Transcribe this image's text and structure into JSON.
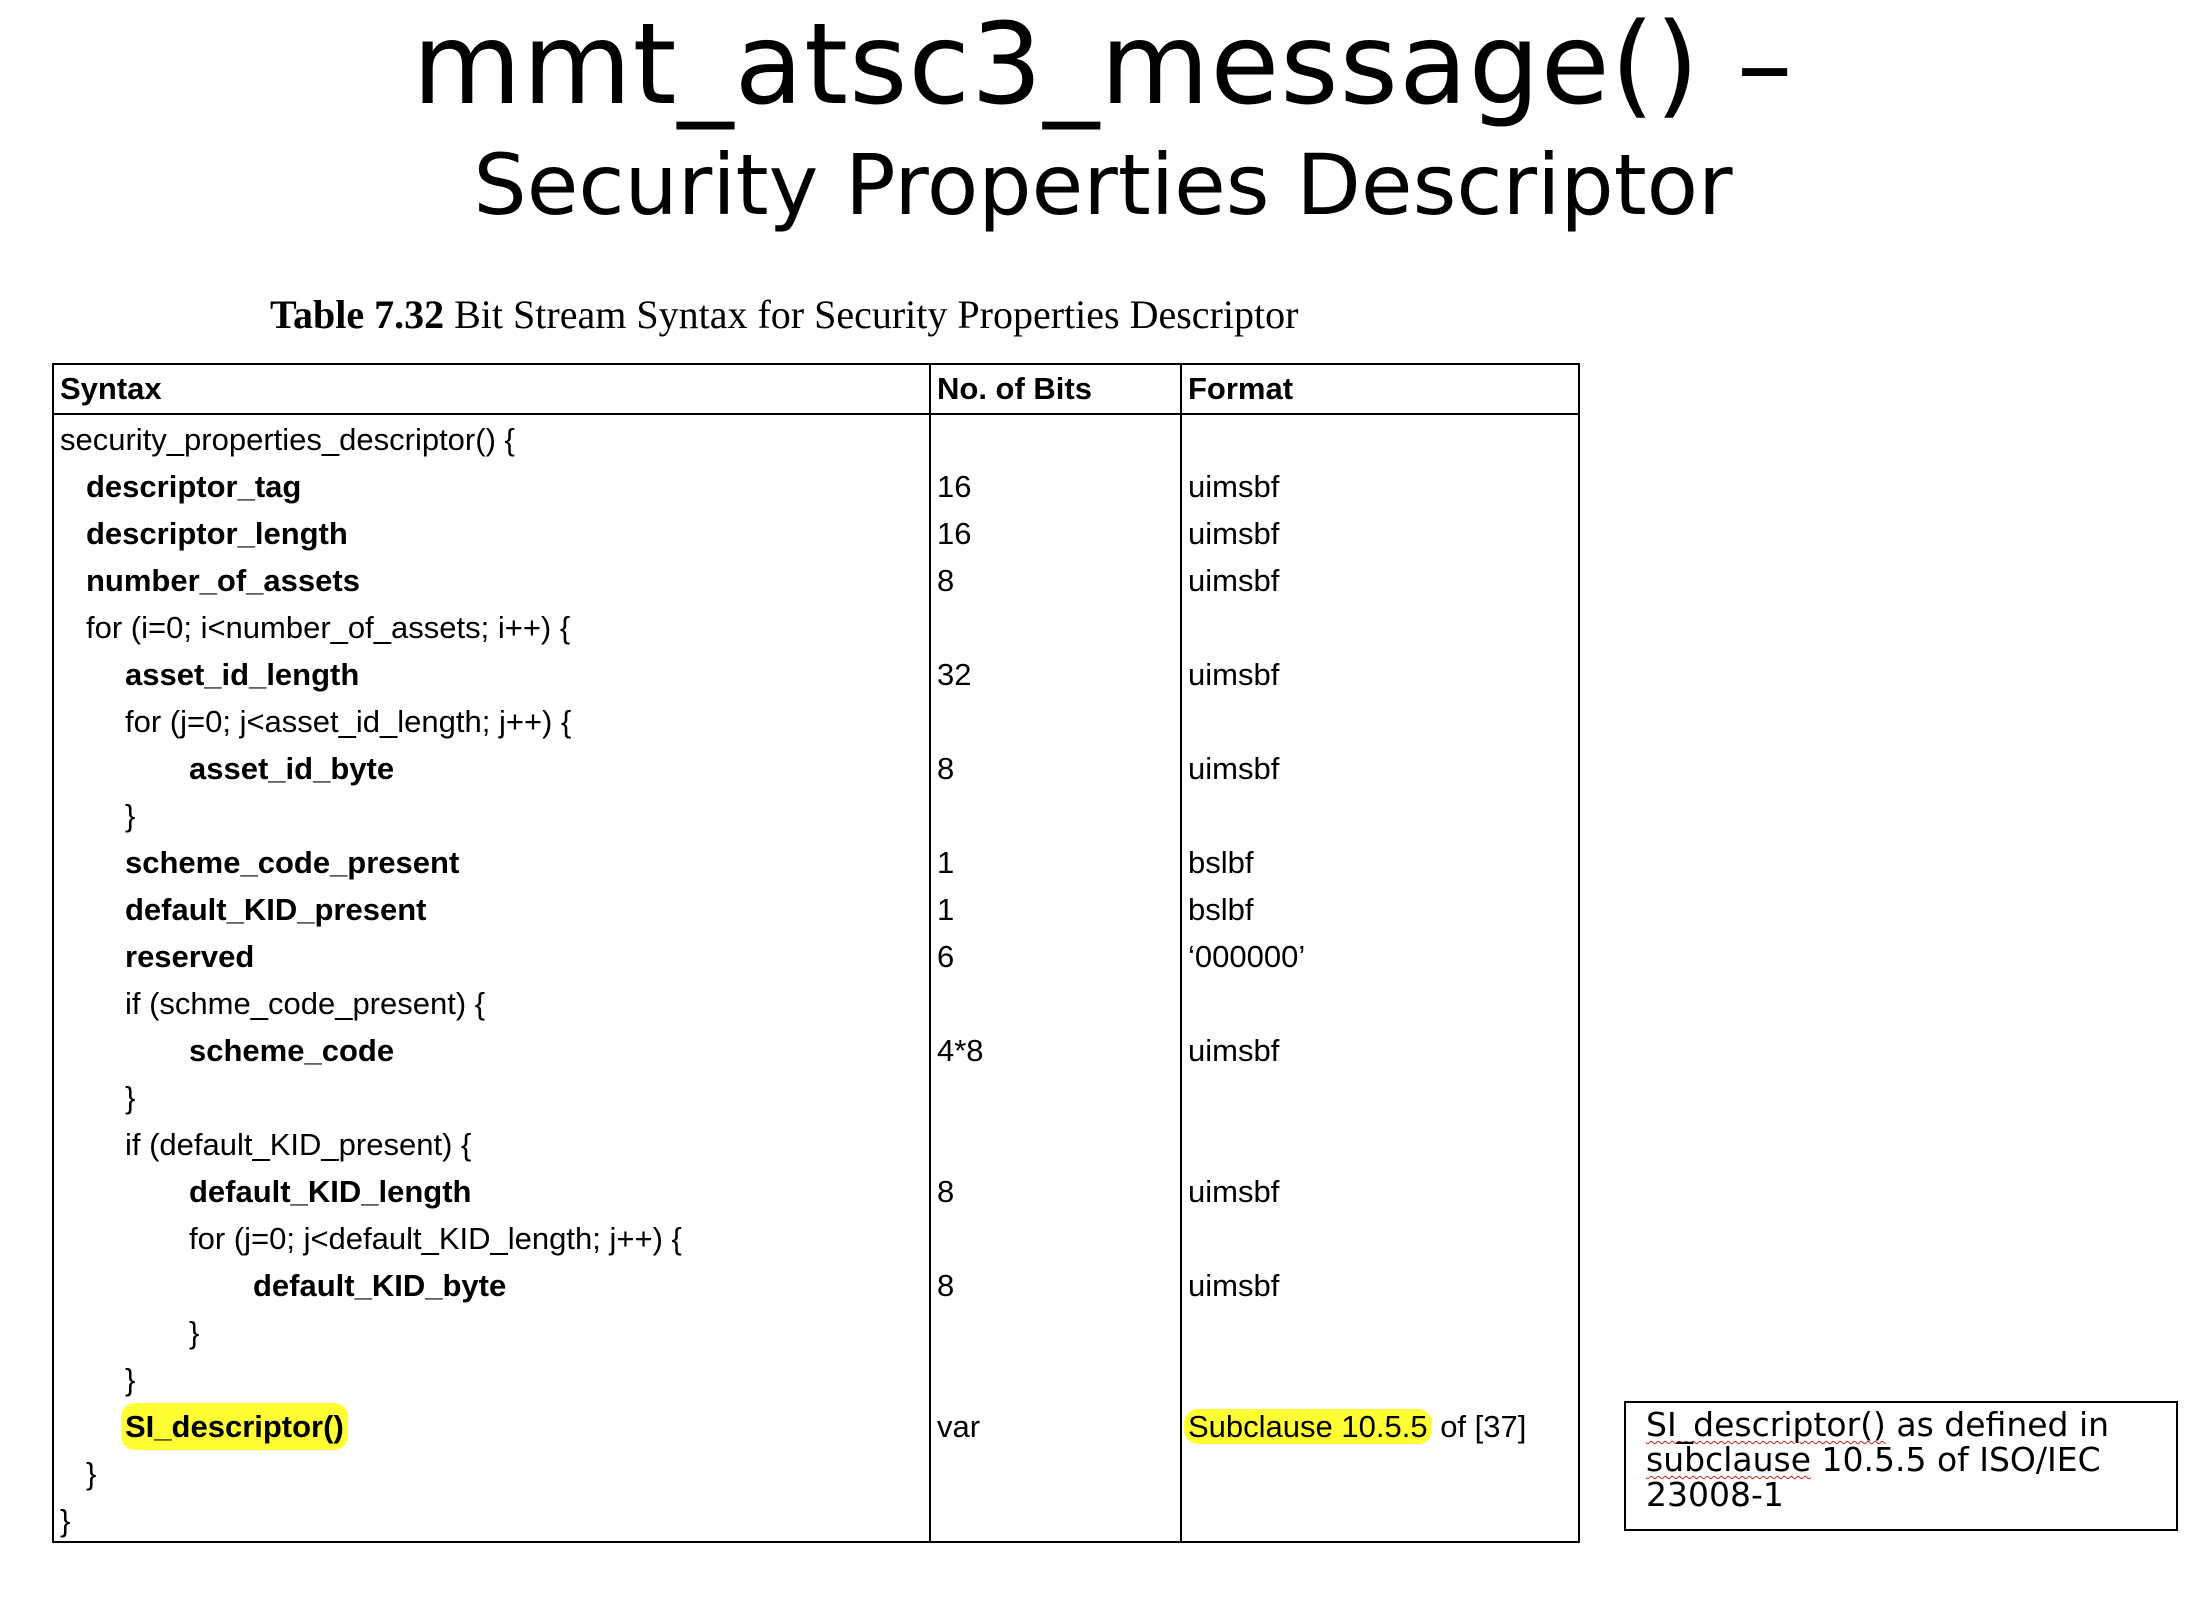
{
  "title": {
    "line1": "mmt_atsc3_message() –",
    "line2": "Security Properties Descriptor"
  },
  "caption": {
    "label": "Table 7.32",
    "text": " Bit Stream Syntax for Security Properties Descriptor"
  },
  "table": {
    "headers": [
      "Syntax",
      "No. of Bits",
      "Format"
    ],
    "rows": [
      {
        "syntax": "security_properties_descriptor() {",
        "bits": "",
        "format": "",
        "indent": 0,
        "bold": false
      },
      {
        "syntax": "descriptor_tag",
        "bits": "16",
        "format": "uimsbf",
        "indent": 1,
        "bold": true
      },
      {
        "syntax": "descriptor_length",
        "bits": "16",
        "format": "uimsbf",
        "indent": 1,
        "bold": true
      },
      {
        "syntax": "number_of_assets",
        "bits": "8",
        "format": "uimsbf",
        "indent": 1,
        "bold": true
      },
      {
        "syntax": "for (i=0; i<number_of_assets; i++) {",
        "bits": "",
        "format": "",
        "indent": 1,
        "bold": false
      },
      {
        "syntax": "asset_id_length",
        "bits": "32",
        "format": "uimsbf",
        "indent": 2,
        "bold": true
      },
      {
        "syntax": "for (j=0; j<asset_id_length; j++) {",
        "bits": "",
        "format": "",
        "indent": 2,
        "bold": false
      },
      {
        "syntax": "asset_id_byte",
        "bits": "8",
        "format": "uimsbf",
        "indent": 3,
        "bold": true
      },
      {
        "syntax": "}",
        "bits": "",
        "format": "",
        "indent": 2,
        "bold": false
      },
      {
        "syntax": "scheme_code_present",
        "bits": "1",
        "format": "bslbf",
        "indent": 2,
        "bold": true
      },
      {
        "syntax": "default_KID_present",
        "bits": "1",
        "format": "bslbf",
        "indent": 2,
        "bold": true
      },
      {
        "syntax": "reserved",
        "bits": "6",
        "format": "‘000000’",
        "indent": 2,
        "bold": true
      },
      {
        "syntax": "if (schme_code_present) {",
        "bits": "",
        "format": "",
        "indent": 2,
        "bold": false
      },
      {
        "syntax": "scheme_code",
        "bits": "4*8",
        "format": "uimsbf",
        "indent": 3,
        "bold": true
      },
      {
        "syntax": "}",
        "bits": "",
        "format": "",
        "indent": 2,
        "bold": false
      },
      {
        "syntax": "if (default_KID_present) {",
        "bits": "",
        "format": "",
        "indent": 2,
        "bold": false
      },
      {
        "syntax": "default_KID_length",
        "bits": "8",
        "format": "uimsbf",
        "indent": 3,
        "bold": true
      },
      {
        "syntax": "for (j=0; j<default_KID_length; j++) {",
        "bits": "",
        "format": "",
        "indent": 3,
        "bold": false
      },
      {
        "syntax": "default_KID_byte",
        "bits": "8",
        "format": "uimsbf",
        "indent": 4,
        "bold": true
      },
      {
        "syntax": "}",
        "bits": "",
        "format": "",
        "indent": 3,
        "bold": false
      },
      {
        "syntax": "}",
        "bits": "",
        "format": "",
        "indent": 2,
        "bold": false
      },
      {
        "syntax": "SI_descriptor()",
        "bits": "var",
        "format": "Subclause 10.5.5",
        "format_suffix": " of [37]",
        "indent": 2,
        "bold": true,
        "highlight": true
      },
      {
        "syntax": "}",
        "bits": "",
        "format": "",
        "indent": 1,
        "bold": false
      },
      {
        "syntax": "}",
        "bits": "",
        "format": "",
        "indent": 0,
        "bold": false
      }
    ]
  },
  "highlight_color": "#ffff33",
  "note": {
    "part1": "SI_descriptor()",
    "part2": " as defined in ",
    "part3": "subclause",
    "part4": " 10.5.5 of ISO/IEC 23008-1"
  }
}
